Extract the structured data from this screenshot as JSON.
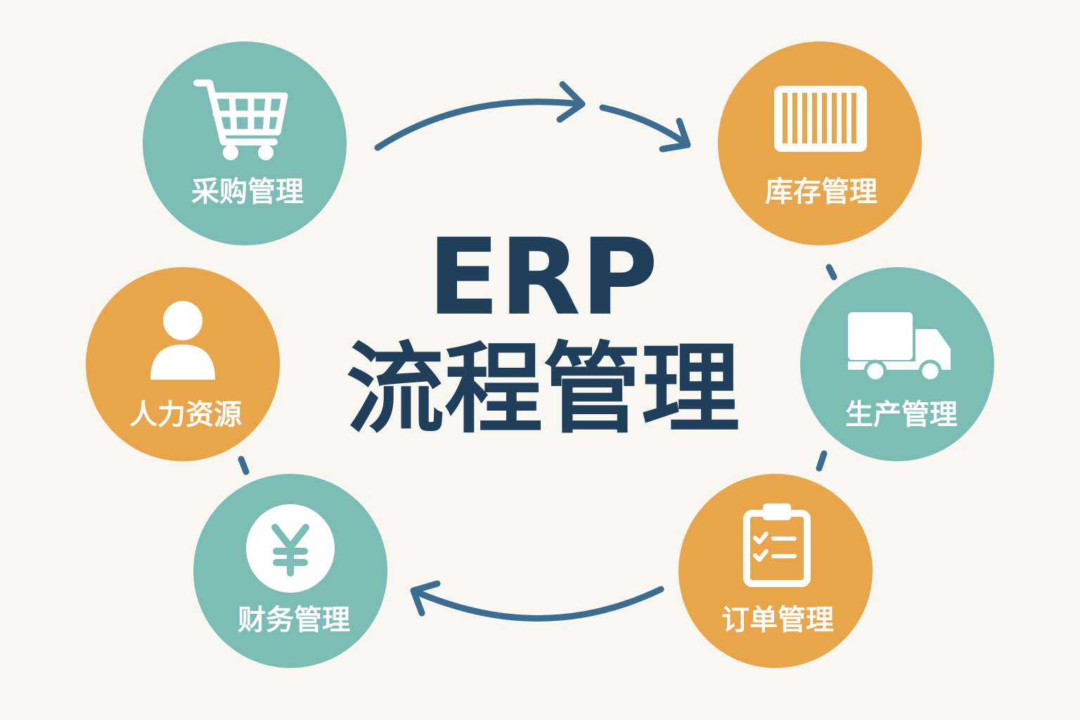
{
  "title": {
    "line1": "ERP",
    "line2": "流程管理"
  },
  "colors": {
    "teal": "#7bbcb5",
    "orange": "#e8a54a",
    "navy": "#1f3f5b",
    "arrow": "#3a6d8f",
    "background": "#f9f7f2"
  },
  "modules": [
    {
      "label": "采购管理",
      "icon": "shopping-cart-icon",
      "color": "teal"
    },
    {
      "label": "库存管理",
      "icon": "barcode-icon",
      "color": "orange"
    },
    {
      "label": "人力资源",
      "icon": "person-icon",
      "color": "orange"
    },
    {
      "label": "生产管理",
      "icon": "truck-icon",
      "color": "teal"
    },
    {
      "label": "财务管理",
      "icon": "yen-coin-icon",
      "color": "teal"
    },
    {
      "label": "订单管理",
      "icon": "clipboard-checklist-icon",
      "color": "orange"
    }
  ]
}
